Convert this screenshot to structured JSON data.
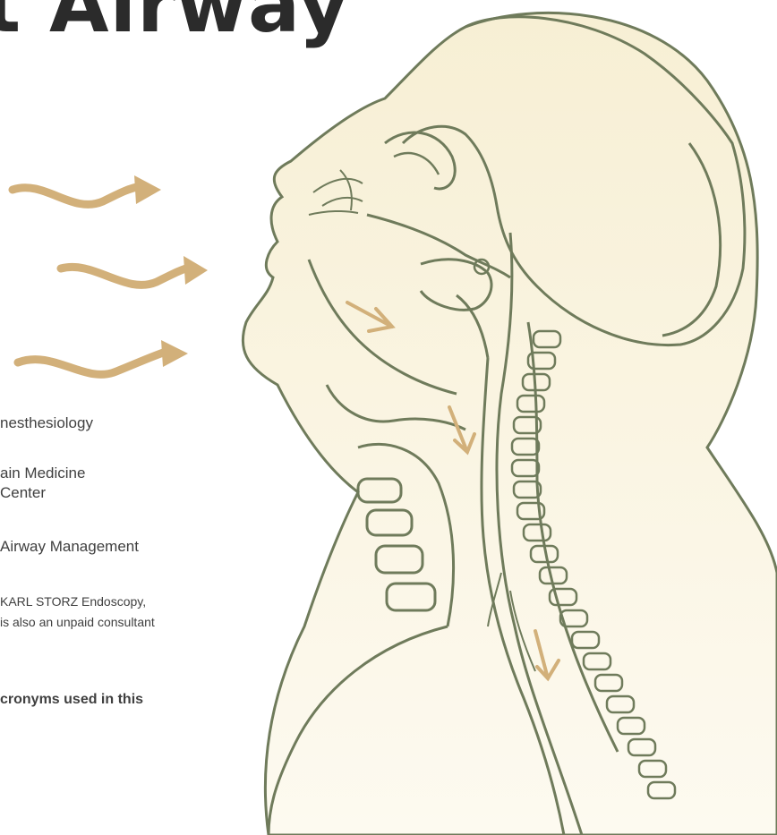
{
  "title": "t Airway",
  "text_lines": [
    "nesthesiology",
    "ain Medicine",
    "Center",
    "Airway Management",
    "KARL STORZ Endoscopy,",
    "is also an unpaid consultant",
    "cronyms used in this"
  ],
  "colors": {
    "skin_fill": "#f8f1d9",
    "outline": "#6f7b5b",
    "arrow": "#d2b07a",
    "text": "#404040"
  }
}
